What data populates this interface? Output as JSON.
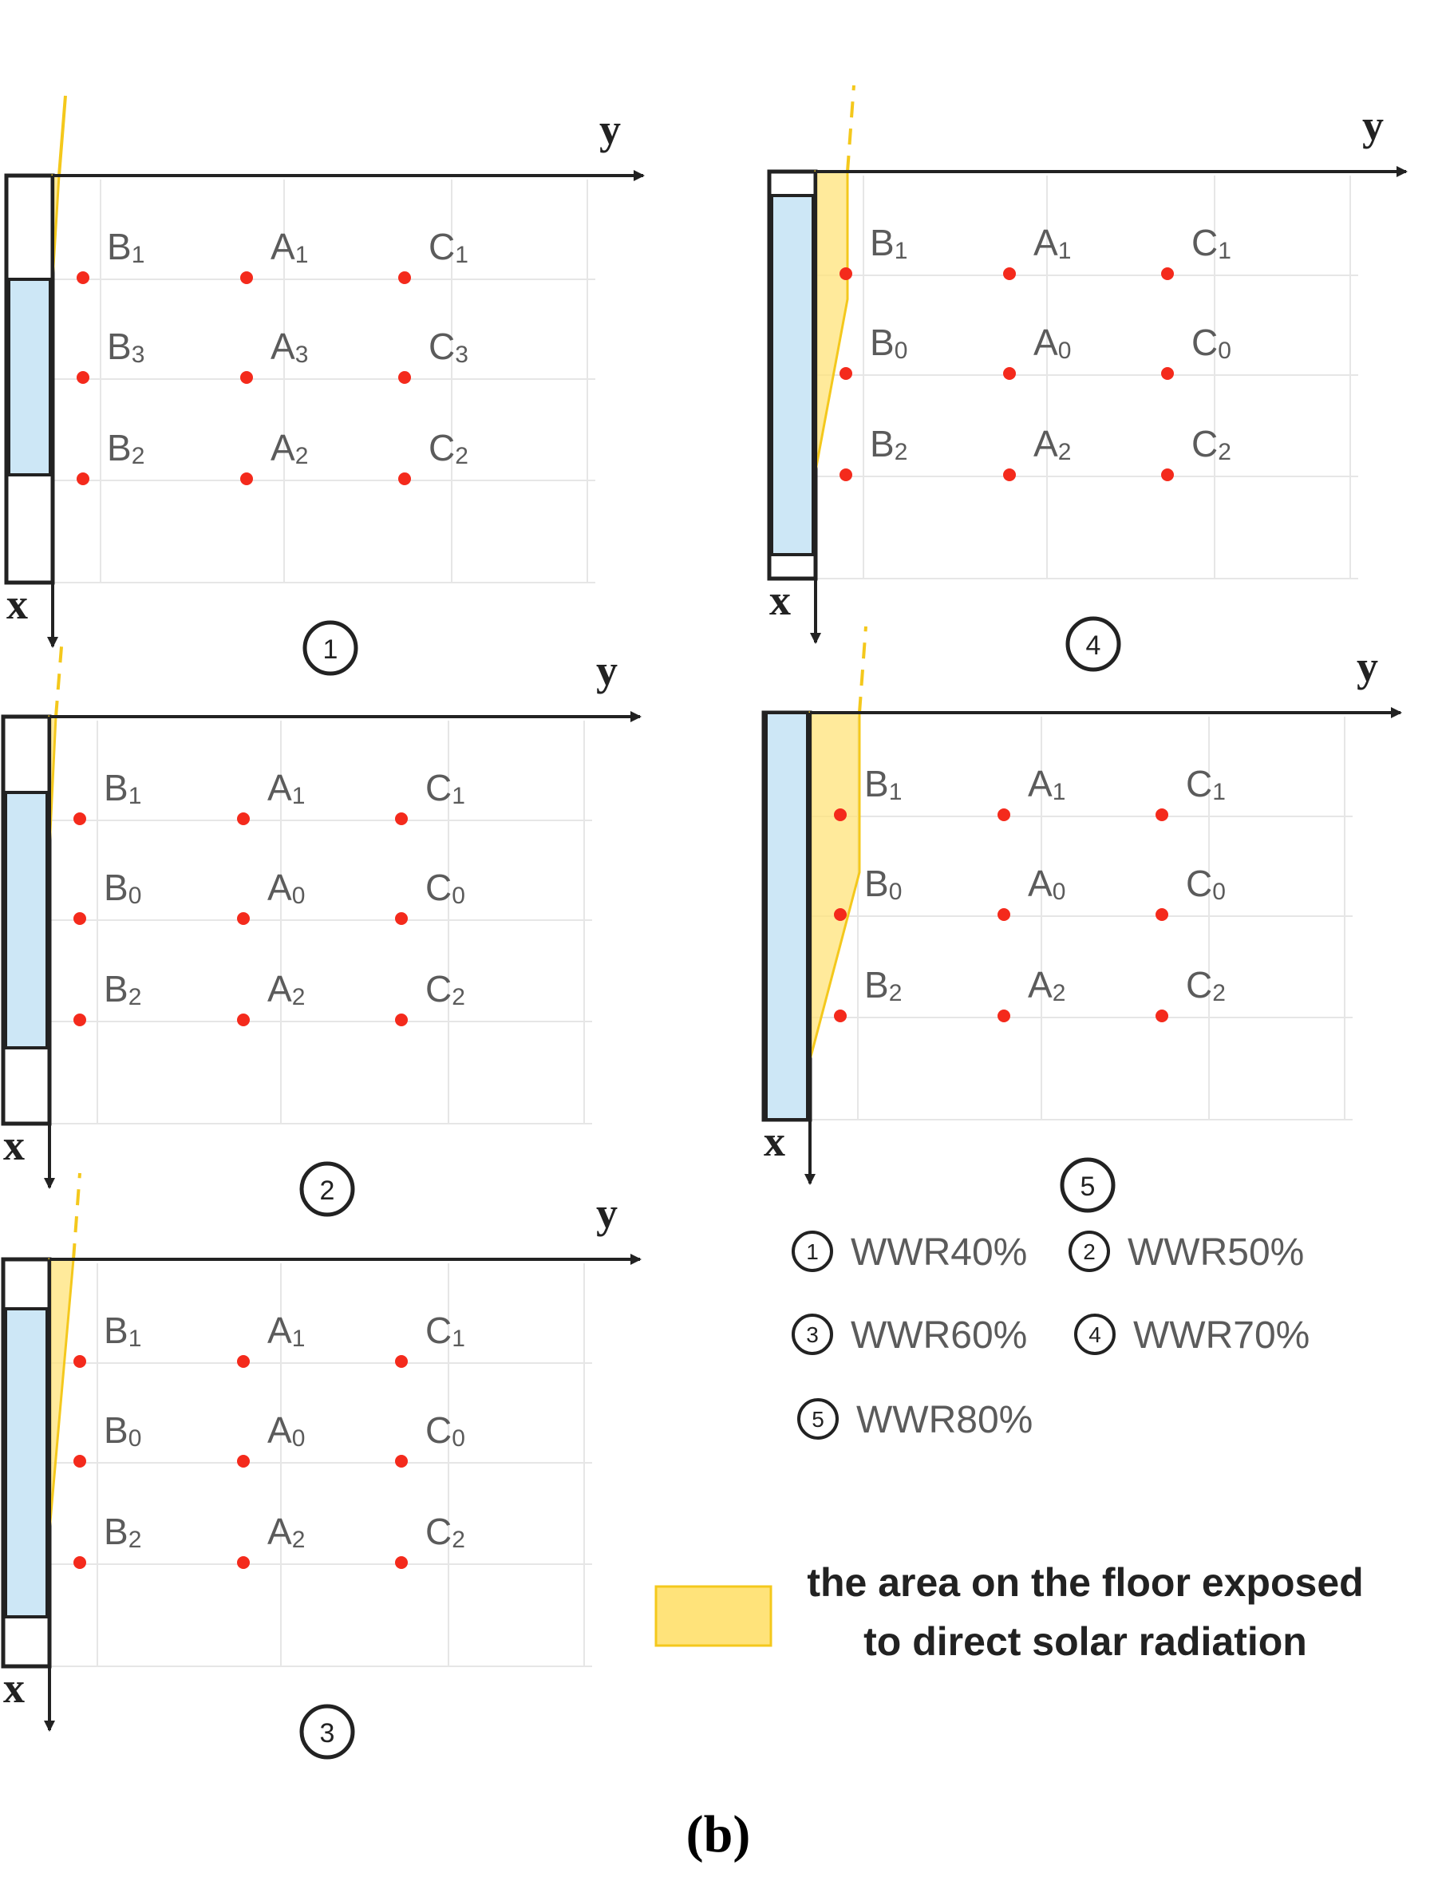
{
  "colors": {
    "window": "#cde7f6",
    "sunlit": "#ffe37a",
    "sunlit_edge": "#f4c81c",
    "point": "#f42a1c",
    "grid": "#e6e6e6",
    "ink": "#222222",
    "label": "#5b5b5b"
  },
  "axis_labels": {
    "x": "x",
    "y": "y"
  },
  "panels": [
    {
      "id": "1",
      "badge": "1",
      "labels": [
        [
          "B1",
          "A1",
          "C1"
        ],
        [
          "B3",
          "A3",
          "C3"
        ],
        [
          "B2",
          "A2",
          "C2"
        ]
      ]
    },
    {
      "id": "2",
      "badge": "2",
      "labels": [
        [
          "B1",
          "A1",
          "C1"
        ],
        [
          "B0",
          "A0",
          "C0"
        ],
        [
          "B2",
          "A2",
          "C2"
        ]
      ]
    },
    {
      "id": "3",
      "badge": "3",
      "labels": [
        [
          "B1",
          "A1",
          "C1"
        ],
        [
          "B0",
          "A0",
          "C0"
        ],
        [
          "B2",
          "A2",
          "C2"
        ]
      ]
    },
    {
      "id": "4",
      "badge": "4",
      "labels": [
        [
          "B1",
          "A1",
          "C1"
        ],
        [
          "B0",
          "A0",
          "C0"
        ],
        [
          "B2",
          "A2",
          "C2"
        ]
      ]
    },
    {
      "id": "5",
      "badge": "5",
      "labels": [
        [
          "B1",
          "A1",
          "C1"
        ],
        [
          "B0",
          "A0",
          "C0"
        ],
        [
          "B2",
          "A2",
          "C2"
        ]
      ]
    }
  ],
  "key": [
    {
      "badge": "1",
      "label": "WWR40%"
    },
    {
      "badge": "2",
      "label": "WWR50%"
    },
    {
      "badge": "3",
      "label": "WWR60%"
    },
    {
      "badge": "4",
      "label": "WWR70%"
    },
    {
      "badge": "5",
      "label": "WWR80%"
    }
  ],
  "legend": {
    "line1": "the area on the floor exposed",
    "line2": "to direct solar radiation"
  },
  "caption": "(b)"
}
